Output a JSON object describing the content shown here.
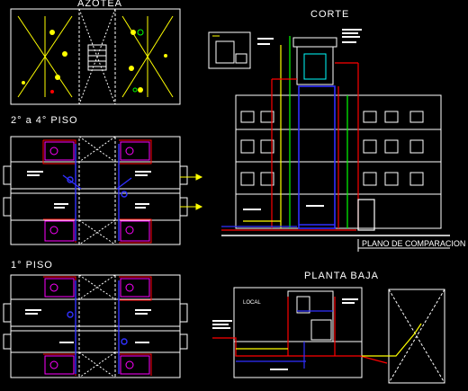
{
  "titles": {
    "azotea": "AZOTEA",
    "corte": "CORTE",
    "pisos_2_4": "2° a  4° PISO",
    "piso_1": "1° PISO",
    "planta_baja": "PLANTA BAJA",
    "plano_comparacion": "PLANO DE COMPARACION",
    "local": "LOCAL"
  },
  "colors": {
    "background": "#000000",
    "walls": "#ffffff",
    "gas_pipe": "#ffff00",
    "water_pipe": "#ff0000",
    "drain_pipe": "#0000ff",
    "vent_pipe": "#00ff00",
    "fixtures": "#ff00ff",
    "tank": "#00ffff"
  }
}
